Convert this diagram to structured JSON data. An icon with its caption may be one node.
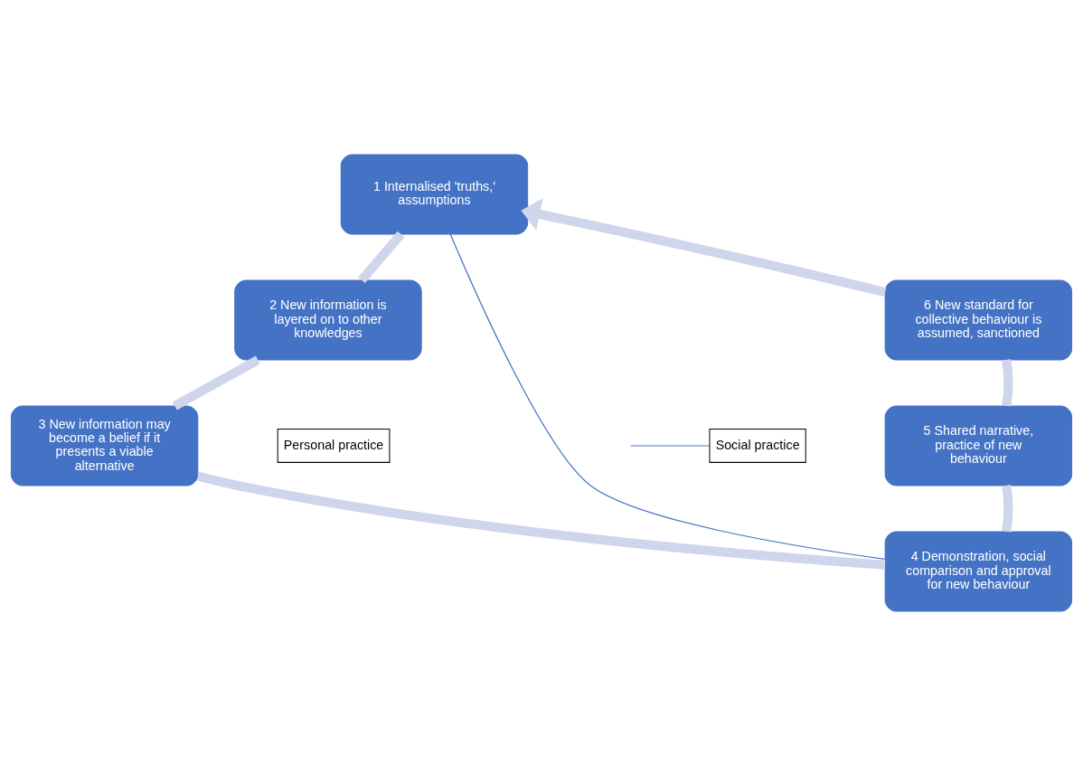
{
  "diagram": {
    "nodes": [
      {
        "text": [
          "1 Internalised 'truths,' assumptions"
        ]
      },
      {
        "text": [
          "2 New information is layered on to other knowledges"
        ]
      },
      {
        "text": [
          "3 New information may become a belief if it presents a viable alternative"
        ]
      },
      {
        "text": [
          "4 Demonstration, social comparison and approval for new behaviour"
        ]
      },
      {
        "text": [
          "5 Shared narrative, practice of new behaviour"
        ]
      },
      {
        "text": [
          "6 New standard for collective behaviour is assumed, sanctioned"
        ]
      },
      {
        "text": [
          "Social practice"
        ]
      },
      {
        "text": [
          "Personal practice"
        ]
      }
    ],
    "edges": [
      {
        "from": 0,
        "to": 1,
        "arrow": "none"
      },
      {
        "from": 1,
        "to": 2,
        "arrow": "none"
      },
      {
        "from": 2,
        "to": 3,
        "arrow": "none"
      },
      {
        "from": 3,
        "to": 4,
        "arrow": "none"
      },
      {
        "from": 4,
        "to": 5,
        "arrow": "none"
      },
      {
        "from": 5,
        "to": 0,
        "arrow": "to"
      },
      {
        "from": 0,
        "to": 3,
        "arrow": "none",
        "color": "#4472c4"
      },
      {
        "from": 6,
        "to": null,
        "arrow": "none",
        "color": "#4472c4"
      }
    ]
  }
}
